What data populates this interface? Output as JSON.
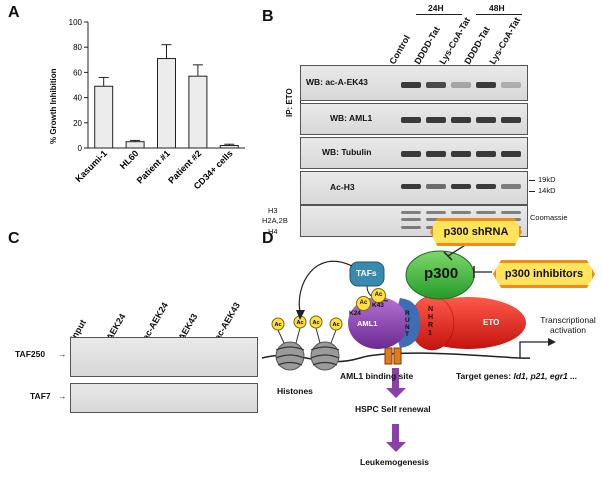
{
  "panel_labels": {
    "a": "A",
    "b": "B",
    "c": "C",
    "d": "D"
  },
  "panelA": {
    "ylabel": "% Growth Inhibition",
    "yticks": [
      "0",
      "20",
      "40",
      "60",
      "80",
      "100"
    ]
  },
  "chart_data": {
    "type": "bar",
    "categories": [
      "Kasumi-1",
      "HL60",
      "Patient #1",
      "Patient #2",
      "CD34+ cells"
    ],
    "values": [
      49,
      5,
      71,
      57,
      2
    ],
    "errors": [
      7,
      1,
      11,
      9,
      1
    ],
    "ylabel": "% Growth Inhibition",
    "ylim": [
      0,
      100
    ],
    "grid": false
  },
  "panelB": {
    "time_headers": [
      "24H",
      "48H"
    ],
    "lanes": [
      "Control",
      "DDDD-Tat",
      "Lys-CoA-Tat",
      "DDDD-Tat",
      "Lys-CoA-Tat"
    ],
    "ip_label": "IP: ETO",
    "blots": [
      "WB: ac-A-EK43",
      "WB: AML1",
      "WB: Tubulin"
    ],
    "ach3": "Ac-H3",
    "markers": [
      "19kD",
      "14kD"
    ],
    "histone_labels": [
      "H3",
      "H2A,2B",
      "H4"
    ],
    "coomassie": "Coomassie"
  },
  "panelC": {
    "lanes": [
      "Input",
      "AEK24",
      "ac-AEK24",
      "AEK43",
      "ac-AEK43"
    ],
    "rows": [
      "TAF250",
      "TAF7"
    ]
  },
  "panelD": {
    "shrna": "p300 shRNA",
    "inhibitors": "p300 inhibitors",
    "tafs": "TAFs",
    "p300": "p300",
    "ac": "Ac",
    "k24": "K24",
    "k43": "K43",
    "aml1": "AML1",
    "runt": "RUNT",
    "nhr1": "NHR1",
    "eto": "ETO",
    "transcription": "Transcriptional activation",
    "binding_site": "AML1 binding site",
    "target_prefix": "Target genes:",
    "target_genes": "Id1, p21, egr1 ...",
    "histones": "Histones",
    "hspc": "HSPC Self renewal",
    "leuk": "Leukemogenesis"
  }
}
